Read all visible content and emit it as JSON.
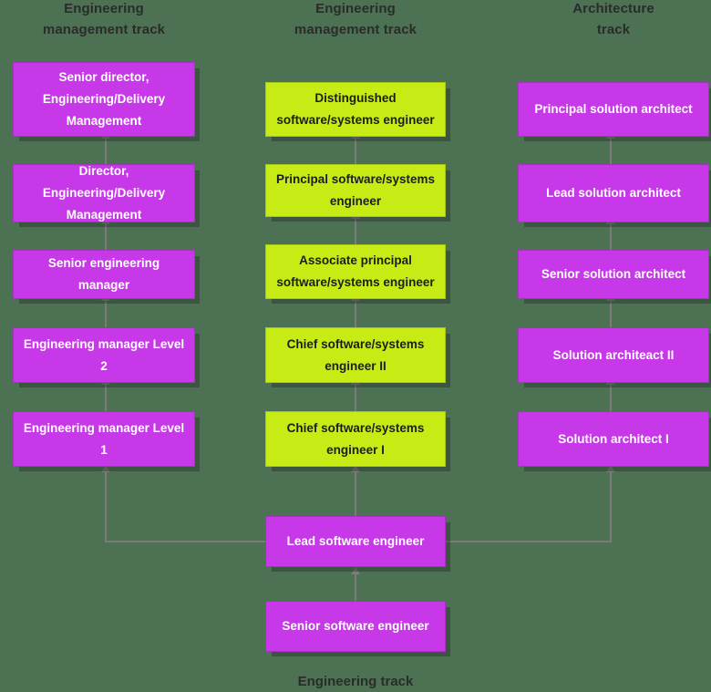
{
  "diagram": {
    "title": "Engineering career ladder",
    "background_color": "#4c7253",
    "colors": {
      "management_node": "#c739e8",
      "engineering_node": "#c6eb15",
      "architecture_node": "#c739e8",
      "connector": "#7b7b7b",
      "heading_text": "#2b2b2b"
    }
  },
  "headings": {
    "left": "Engineering\nmanagement track",
    "middle": "Engineering\nmanagement track",
    "right": "Architecture\ntrack",
    "bottom": "Engineering track"
  },
  "columns": {
    "left": {
      "name": "engineering-management-track",
      "nodes": [
        {
          "label": "Senior director,\nEngineering/Delivery\nManagement",
          "style": "magenta"
        },
        {
          "label": "Director, Engineering/Delivery\nManagement",
          "style": "magenta"
        },
        {
          "label": "Senior engineering manager",
          "style": "magenta"
        },
        {
          "label": "Engineering manager Level 2",
          "style": "magenta"
        },
        {
          "label": "Engineering manager Level 1",
          "style": "magenta"
        }
      ]
    },
    "middle": {
      "name": "engineering-management-track-technical",
      "nodes": [
        {
          "label": "Distinguished\nsoftware/systems engineer",
          "style": "green"
        },
        {
          "label": "Principal software/systems\nengineer",
          "style": "green"
        },
        {
          "label": "Associate principal\nsoftware/systems engineer",
          "style": "green"
        },
        {
          "label": "Chief software/systems\nengineer II",
          "style": "green"
        },
        {
          "label": "Chief software/systems\nengineer I",
          "style": "green"
        }
      ]
    },
    "right": {
      "name": "architecture-track",
      "nodes": [
        {
          "label": "Principal solution architect",
          "style": "magenta"
        },
        {
          "label": "Lead solution architect",
          "style": "magenta"
        },
        {
          "label": "Senior solution architect",
          "style": "magenta"
        },
        {
          "label": "Solution architeact II",
          "style": "magenta"
        },
        {
          "label": "Solution architect I",
          "style": "magenta"
        }
      ]
    },
    "trunk": {
      "name": "engineering-track",
      "nodes": [
        {
          "label": "Lead software engineer",
          "style": "magenta"
        },
        {
          "label": "Senior software engineer",
          "style": "magenta"
        }
      ]
    }
  }
}
